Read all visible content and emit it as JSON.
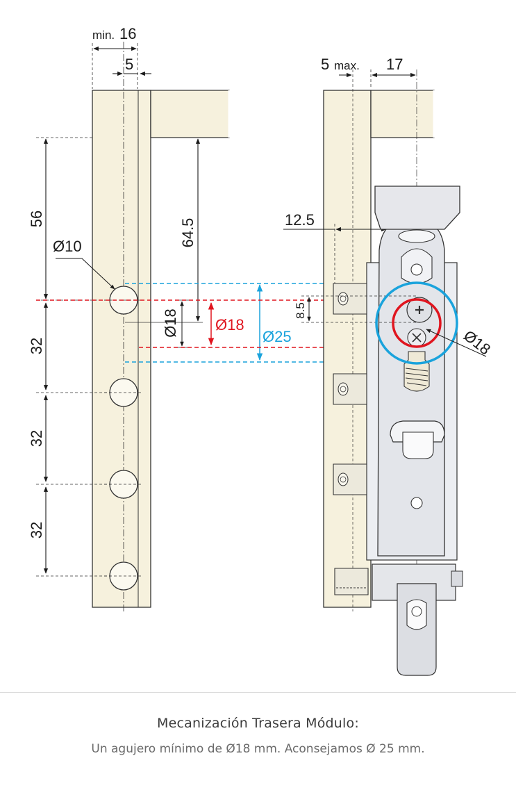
{
  "labels": {
    "min_prefix": "min.",
    "min_value": "16",
    "dim_5_left": "5",
    "dim_56": "56",
    "dim_64_5": "64.5",
    "dim_d10": "Ø10",
    "dim_d18_black": "Ø18",
    "dim_d18_red": "Ø18",
    "dim_d25": "Ø25",
    "dim_32_a": "32",
    "dim_32_b": "32",
    "dim_32_c": "32",
    "dim_5_max_num": "5",
    "dim_max_word": "max.",
    "dim_17": "17",
    "dim_12_5": "12.5",
    "dim_8_5": "8.5",
    "dim_d18_right": "Ø18"
  },
  "colors": {
    "panel": "#f6f1dd",
    "red_accent": "#e0151f",
    "blue_accent": "#1aa3dc",
    "metal": "#e3e5ea"
  },
  "caption": {
    "title": "Mecanización Trasera Módulo:",
    "text": "Un agujero mínimo de Ø18 mm. Aconsejamos Ø 25 mm."
  }
}
